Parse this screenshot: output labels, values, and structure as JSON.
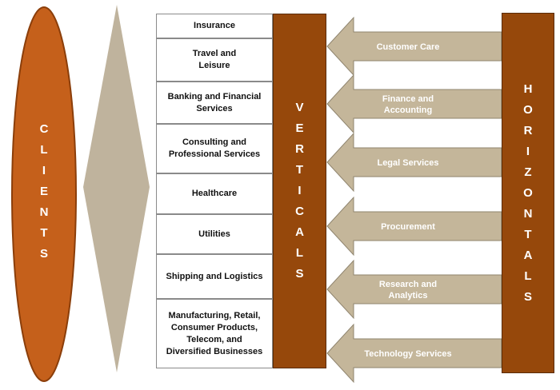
{
  "clients": {
    "label": "CLIENTS"
  },
  "verticals": {
    "label": "VERTICALS",
    "items": [
      "Insurance",
      "Travel and\nLeisure",
      "Banking and Financial\nServices",
      "Consulting and\nProfessional Services",
      "Healthcare",
      "Utilities",
      "Shipping and Logistics",
      "Manufacturing, Retail,\nConsumer Products,\nTelecom, and\nDiversified Businesses"
    ]
  },
  "horizontals": {
    "label": "HORIZONTALS",
    "services": [
      "Customer Care",
      "Finance and\nAccounting",
      "Legal Services",
      "Procurement",
      "Research and\nAnalytics",
      "Technology Services"
    ]
  },
  "colors": {
    "ellipse": "#C5601B",
    "ellipse_stroke": "#8B3E0A",
    "diamond": "#BFB39D",
    "arrow": "#C4B69A",
    "arrow_stroke": "#8F846E",
    "pillar": "#96480B",
    "pillar_text": "#FFFFFF"
  }
}
